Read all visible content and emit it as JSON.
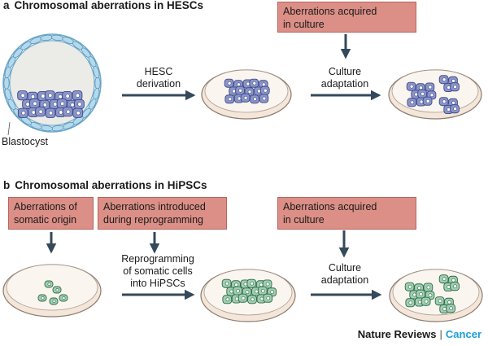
{
  "panel_a": {
    "letter": "a",
    "title": "Chromosomal aberrations in HESCs",
    "box_culture": [
      "Aberrations acquired",
      "in culture"
    ],
    "step1": [
      "HESC",
      "derivation"
    ],
    "step2": [
      "Culture",
      "adaptation"
    ],
    "blastocyst_label": "Blastocyst"
  },
  "panel_b": {
    "letter": "b",
    "title": "Chromosomal aberrations in HiPSCs",
    "box_somatic": [
      "Aberrations of",
      "somatic origin"
    ],
    "box_reprogramming": [
      "Aberrations introduced",
      "during reprogramming"
    ],
    "box_culture": [
      "Aberrations acquired",
      "in culture"
    ],
    "step1": [
      "Reprogramming",
      "of somatic cells",
      "into HiPSCs"
    ],
    "step2": [
      "Culture",
      "adaptation"
    ]
  },
  "footer": {
    "journal": "Nature Reviews",
    "separator": "|",
    "section": "Cancer"
  },
  "colors": {
    "box_fill": "#dc8f86",
    "arrow": "#34495a",
    "dish_fill": "#f4e6d8",
    "blue_cell": "#8b95c9",
    "green_cell": "#9fcfb0",
    "accent": "#1a9fd6"
  }
}
